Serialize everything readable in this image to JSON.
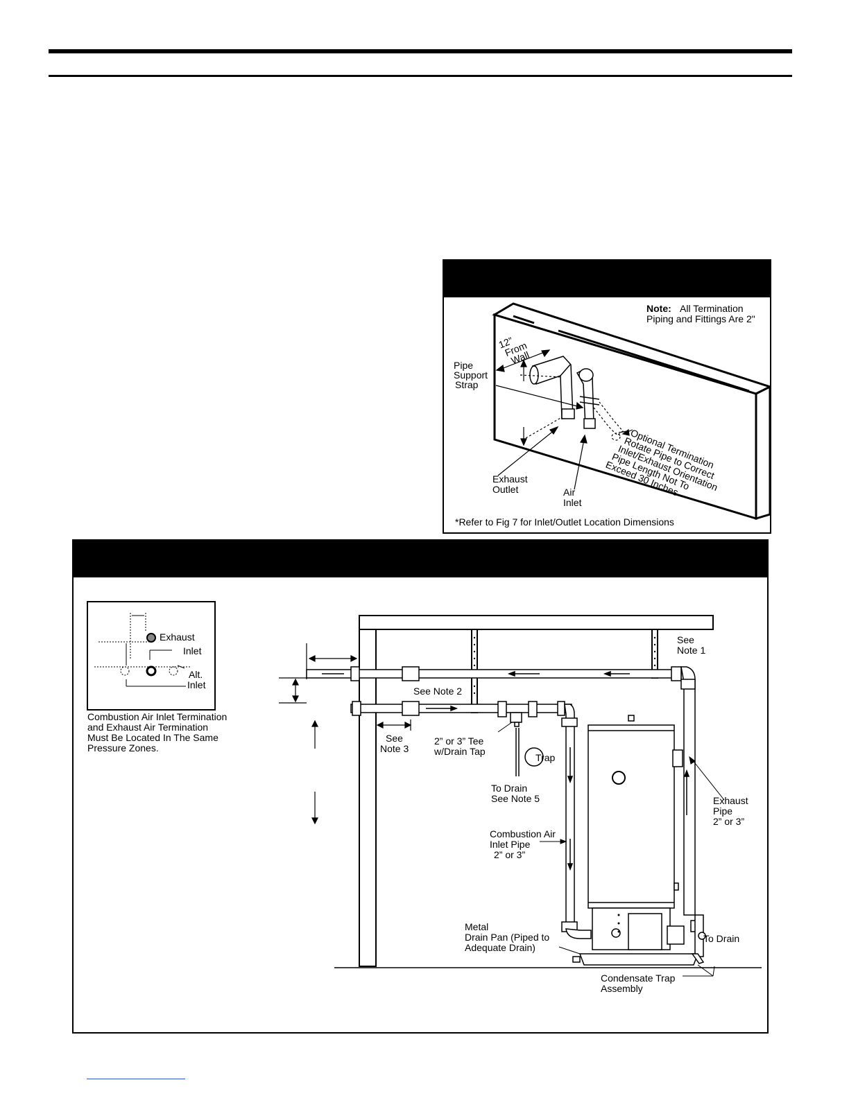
{
  "figure_top": {
    "note_bold": "Note:",
    "note_line1": "All Termination",
    "note_line2": "Piping and Fittings Are 2\"",
    "dim_line1": "12”",
    "dim_line2": "From",
    "dim_line3": "Wall",
    "support_line1": "Pipe",
    "support_line2": "Support",
    "support_line3": "Strap",
    "exhaust_line1": "Exhaust",
    "exhaust_line2": "Outlet",
    "air_line1": "Air",
    "air_line2": "Inlet",
    "optional_lines": [
      "Optional Termination",
      "Rotate Pipe to Correct",
      "Inlet/Exhaust Orientation",
      "Pipe Length Not To",
      "Exceed 30 Inches"
    ],
    "footnote": "*Refer to Fig 7 for Inlet/Outlet Location Dimensions"
  },
  "figure_bottom": {
    "inset_exhaust": "Exhaust",
    "inset_inlet": "Inlet",
    "inset_alt1": "Alt.",
    "inset_alt2": "Inlet",
    "zone_lines": [
      "Combustion Air Inlet Termination",
      "and Exhaust Air Termination",
      "Must Be Located In The Same",
      "Pressure Zones."
    ],
    "see_note1_a": "See",
    "see_note1_b": "Note 1",
    "see_note2": "See Note 2",
    "see_note3_a": "See",
    "see_note3_b": "Note 3",
    "tee_a": "2” or 3” Tee",
    "tee_b": "w/Drain Tap",
    "trap": "Trap",
    "drain_a": "To Drain",
    "drain_b": "See Note 5",
    "exhaust_pipe_a": "Exhaust",
    "exhaust_pipe_b": "Pipe",
    "exhaust_pipe_c": "2” or 3”",
    "comb_a": "Combustion Air",
    "comb_b": "Inlet Pipe",
    "comb_c": "2” or 3”",
    "pan_a": "Metal",
    "pan_b": "Drain Pan (Piped to",
    "pan_c": "Adequate Drain)",
    "to_drain": "To Drain",
    "cond_a": "Condensate Trap",
    "cond_b": "Assembly"
  }
}
